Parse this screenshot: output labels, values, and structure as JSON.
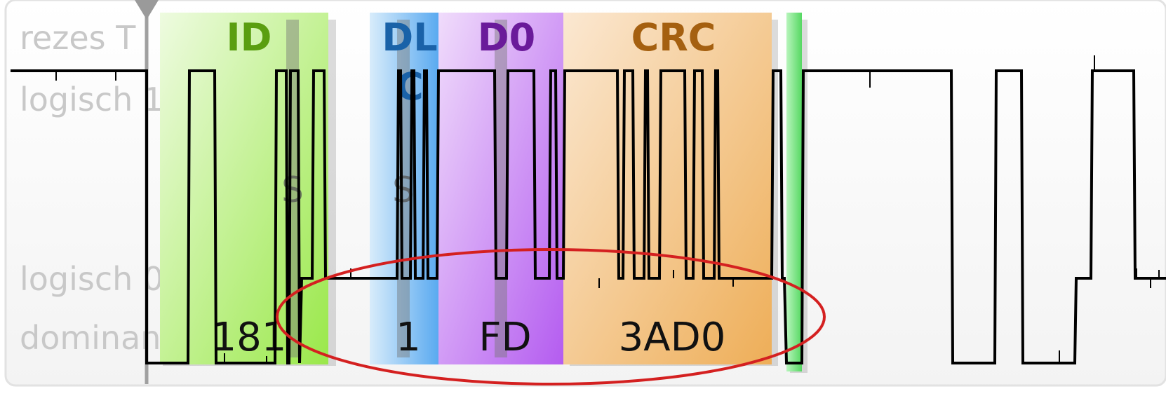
{
  "level_labels": {
    "rezessive": "rezes T",
    "logic1": "logisch 1",
    "logic0": "logisch 0",
    "dominant": "dominant"
  },
  "fields": {
    "id": {
      "label": "ID",
      "value": "181",
      "color": "#5a9e10"
    },
    "dlc": {
      "label_line1": "DL",
      "label_line2": "C",
      "value": "1",
      "color": "#1a62a8"
    },
    "d0": {
      "label": "D0",
      "value": "FD",
      "color": "#6a1a9a"
    },
    "crc": {
      "label": "CRC",
      "value": "3AD0",
      "color": "#a56010"
    }
  },
  "stuff_labels": {
    "s1": "S",
    "s2": "S"
  },
  "colors": {
    "id_fill": "#a6ea58",
    "dlc_fill": "#72b8f0",
    "d0_fill": "#c78af0",
    "crc_fill": "#f2c07a",
    "ack_fill": "#6fe07a",
    "ellipse": "#d42020",
    "trace": "#000000"
  }
}
